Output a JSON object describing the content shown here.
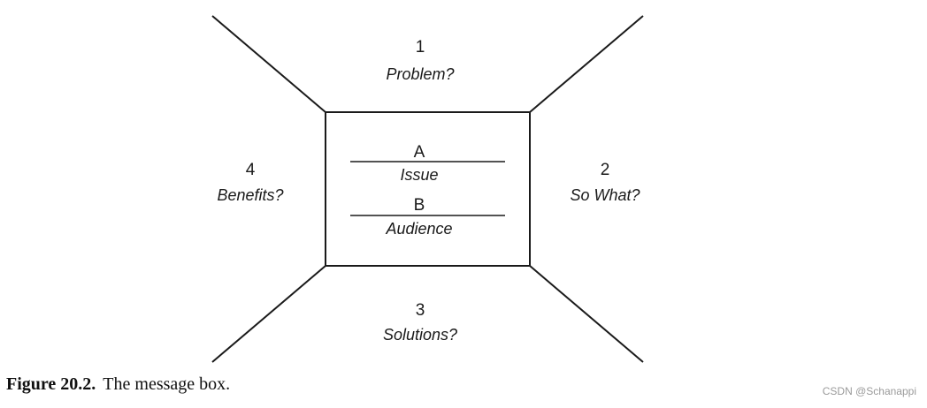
{
  "diagram": {
    "sections": {
      "top": {
        "number": "1",
        "label": "Problem?"
      },
      "right": {
        "number": "2",
        "label": "So What?"
      },
      "bottom": {
        "number": "3",
        "label": "Solutions?"
      },
      "left": {
        "number": "4",
        "label": "Benefits?"
      }
    },
    "center": {
      "upper": {
        "letter": "A",
        "label": "Issue"
      },
      "lower": {
        "letter": "B",
        "label": "Audience"
      }
    }
  },
  "caption": {
    "figure_number": "Figure 20.2.",
    "text": "The message box."
  },
  "watermark": "CSDN @Schanappi"
}
